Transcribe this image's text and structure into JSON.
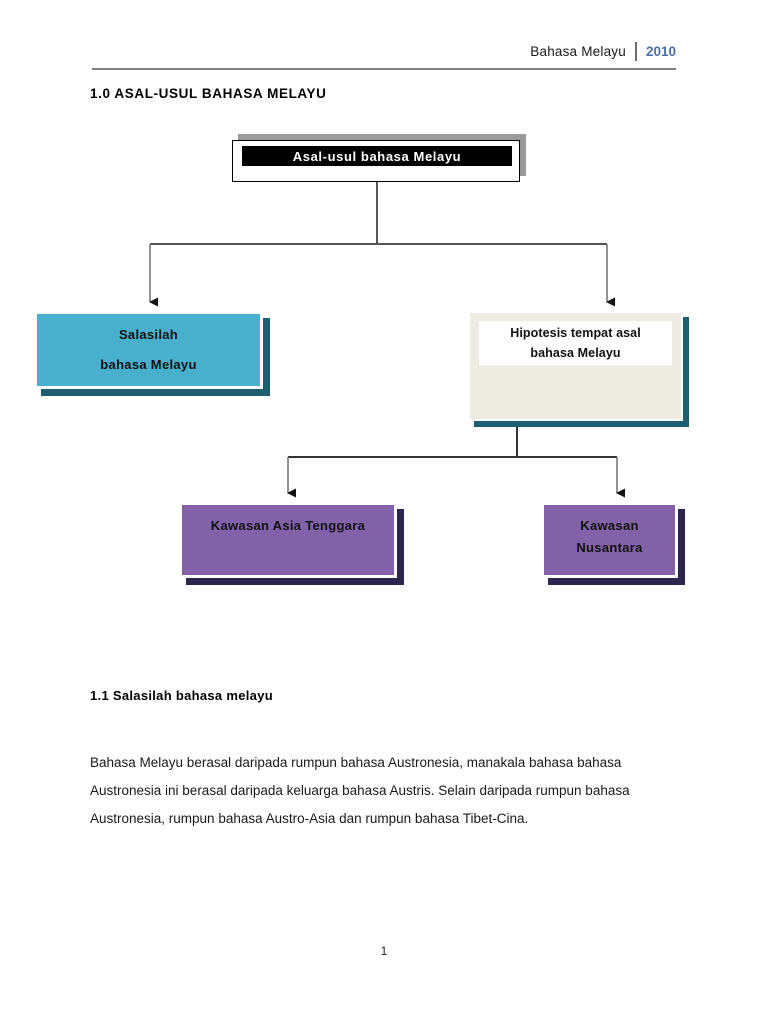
{
  "header": {
    "title": "Bahasa Melayu",
    "year": "2010",
    "divider_icon": "vertical-bar-icon"
  },
  "headings": {
    "section_1_0": "1.0 ASAL-USUL BAHASA MELAYU",
    "section_1_1": "1.1 Salasilah bahasa melayu"
  },
  "diagram": {
    "root": {
      "label": "Asal-usul bahasa Melayu"
    },
    "branch_left": {
      "line1": "Salasilah",
      "line2": "bahasa Melayu"
    },
    "branch_right": {
      "line1": "Hipotesis tempat asal",
      "line2": "bahasa Melayu"
    },
    "leaf_left": {
      "line1": "Kawasan Asia Tenggara",
      "line2": ""
    },
    "leaf_right": {
      "line1": "Kawasan",
      "line2": "Nusantara"
    },
    "colors": {
      "root_bar": "#000000",
      "root_shadow": "#9a9a9a",
      "cyan": "#48AFCC",
      "cyan_shadow": "#1d5f70",
      "beige": "#EDEBE2",
      "purple": "#8162A8",
      "purple_shadow": "#2b2550",
      "connector": "#555555"
    }
  },
  "body": {
    "paragraph": "Bahasa Melayu berasal daripada rumpun bahasa Austronesia, manakala bahasa bahasa Austronesia ini berasal daripada keluarga bahasa Austris. Selain daripada rumpun bahasa Austronesia, rumpun bahasa Austro-Asia dan rumpun bahasa Tibet-Cina."
  },
  "footer": {
    "page_number": "1"
  }
}
